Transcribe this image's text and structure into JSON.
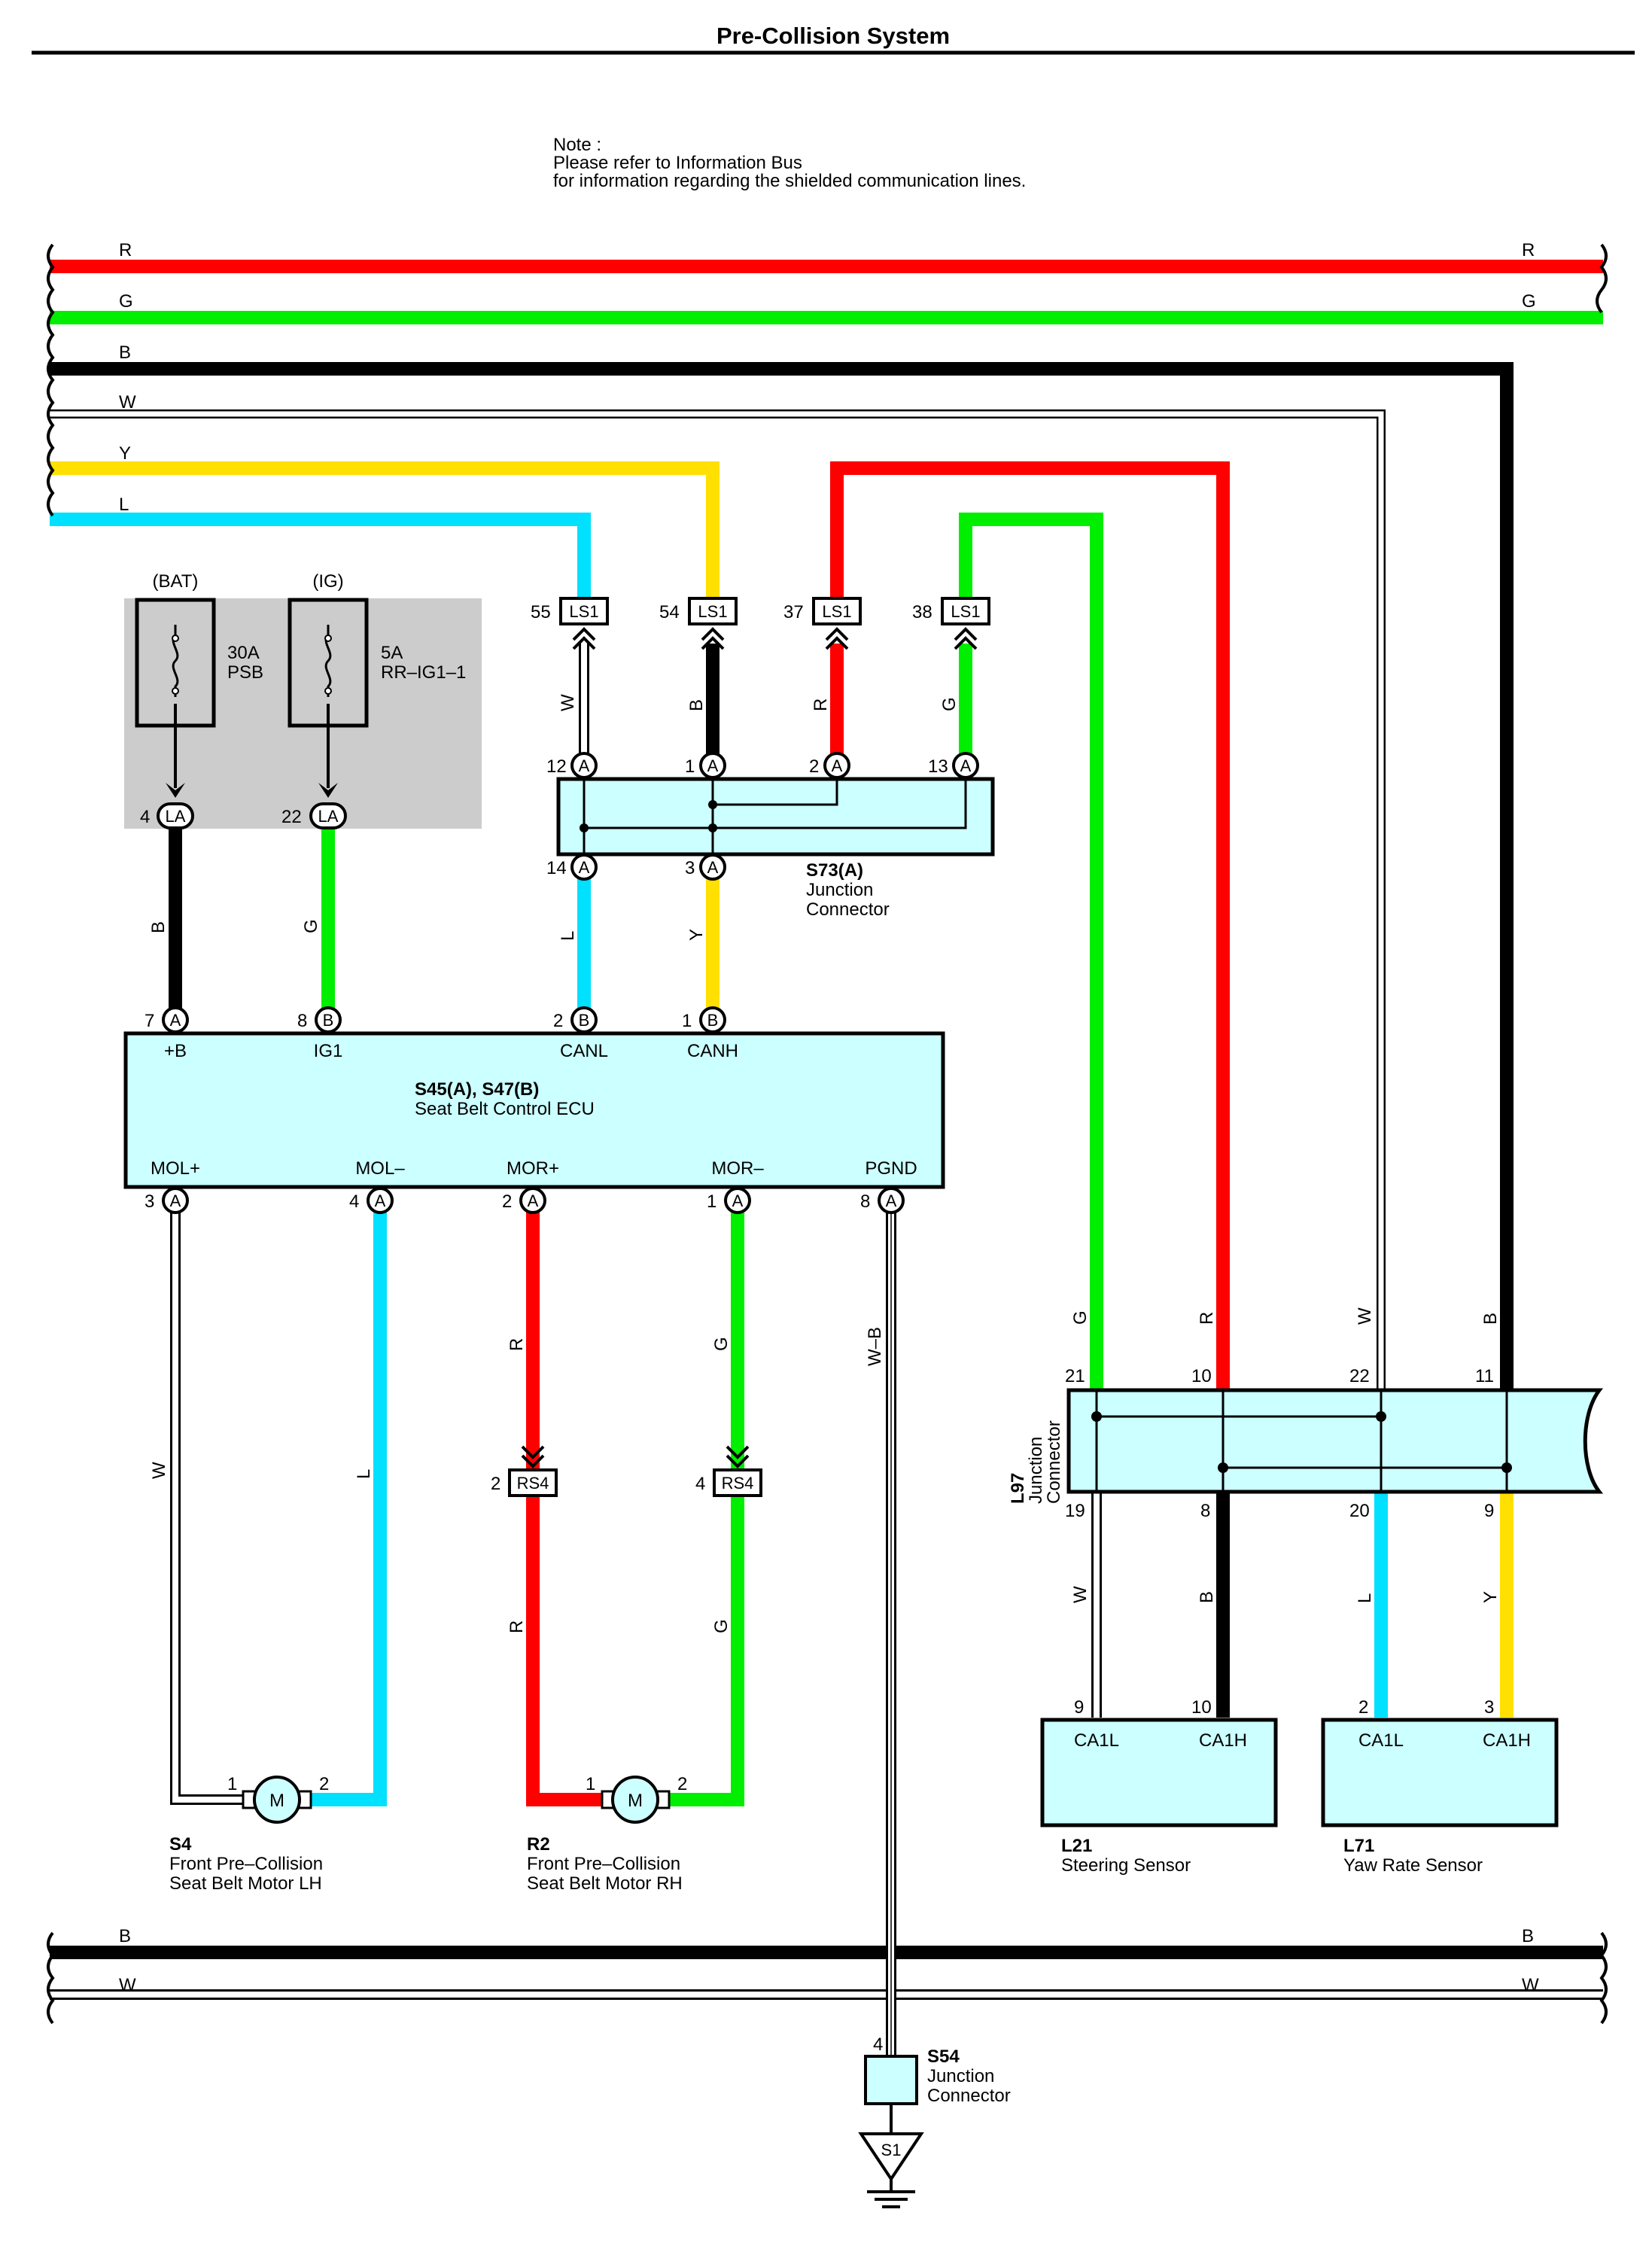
{
  "title": "Pre-Collision System",
  "note": {
    "line1": "Note :",
    "line2": "Please refer to Information Bus",
    "line3": "for information regarding the shielded communication lines."
  },
  "colors": {
    "R": "#ff0000",
    "G": "#00ee00",
    "B": "#000000",
    "W": "#ffffff",
    "Y": "#ffe000",
    "L": "#00e0ff",
    "ecu_fill": "#ccffff",
    "power_box": "#cccccc"
  },
  "buses_top": [
    "R",
    "G",
    "B",
    "W",
    "Y",
    "L"
  ],
  "buses_bottom": [
    "B",
    "W"
  ],
  "power": {
    "bat_label": "(BAT)",
    "ig_label": "(IG)",
    "bat_fuse_amp": "30A",
    "bat_fuse_name": "PSB",
    "ig_fuse_amp": "5A",
    "ig_fuse_name": "RR–IG1–1",
    "la_bat_pin": "4",
    "la_ig_pin": "22",
    "la_label": "LA",
    "bat_wire": "B",
    "ig_wire": "G"
  },
  "ls1": {
    "label": "LS1",
    "pins": [
      "55",
      "54",
      "37",
      "38"
    ],
    "wires": [
      "W",
      "B",
      "R",
      "G"
    ]
  },
  "s73": {
    "id": "S73(A)",
    "name1": "Junction",
    "name2": "Connector",
    "top_pins": [
      "12",
      "1",
      "2",
      "13"
    ],
    "bottom_pins": [
      "14",
      "3"
    ],
    "conn": "A",
    "bottom_wires": [
      "L",
      "Y"
    ]
  },
  "ecu": {
    "id": "S45(A), S47(B)",
    "name": "Seat Belt Control ECU",
    "top_terminals": [
      {
        "pin": "7",
        "conn": "A",
        "name": "+B"
      },
      {
        "pin": "8",
        "conn": "B",
        "name": "IG1"
      },
      {
        "pin": "2",
        "conn": "B",
        "name": "CANL"
      },
      {
        "pin": "1",
        "conn": "B",
        "name": "CANH"
      }
    ],
    "bottom_terminals": [
      {
        "pin": "3",
        "conn": "A",
        "name": "MOL+"
      },
      {
        "pin": "4",
        "conn": "A",
        "name": "MOL–"
      },
      {
        "pin": "2",
        "conn": "A",
        "name": "MOR+"
      },
      {
        "pin": "1",
        "conn": "A",
        "name": "MOR–"
      },
      {
        "pin": "8",
        "conn": "A",
        "name": "PGND"
      }
    ]
  },
  "motor_wires": {
    "lh_plus": "W",
    "lh_minus": "L",
    "rh_plus": "R",
    "rh_minus": "G",
    "pgnd": "W–B"
  },
  "rs4": {
    "label": "RS4",
    "pin_r": "2",
    "pin_g": "4"
  },
  "motor_lh": {
    "id": "S4",
    "line1": "Front Pre–Collision",
    "line2": "Seat Belt Motor LH",
    "pin1": "1",
    "pin2": "2",
    "symbol": "M"
  },
  "motor_rh": {
    "id": "R2",
    "line1": "Front Pre–Collision",
    "line2": "Seat Belt Motor RH",
    "pin1": "1",
    "pin2": "2",
    "symbol": "M"
  },
  "l97": {
    "id": "L97",
    "name1": "Junction",
    "name2": "Connector",
    "top_pins": [
      "21",
      "10",
      "22",
      "11"
    ],
    "top_wires": [
      "G",
      "R",
      "W",
      "B"
    ],
    "bottom_pins": [
      "19",
      "8",
      "20",
      "9"
    ],
    "bottom_wires": [
      "W",
      "B",
      "L",
      "Y"
    ]
  },
  "l21": {
    "id": "L21",
    "name": "Steering Sensor",
    "pin_l": "9",
    "pin_h": "10",
    "term_l": "CA1L",
    "term_h": "CA1H"
  },
  "l71": {
    "id": "L71",
    "name": "Yaw Rate Sensor",
    "pin_l": "2",
    "pin_h": "3",
    "term_l": "CA1L",
    "term_h": "CA1H"
  },
  "s54": {
    "id": "S54",
    "name1": "Junction",
    "name2": "Connector",
    "pin": "4"
  },
  "ground": {
    "label": "S1"
  }
}
